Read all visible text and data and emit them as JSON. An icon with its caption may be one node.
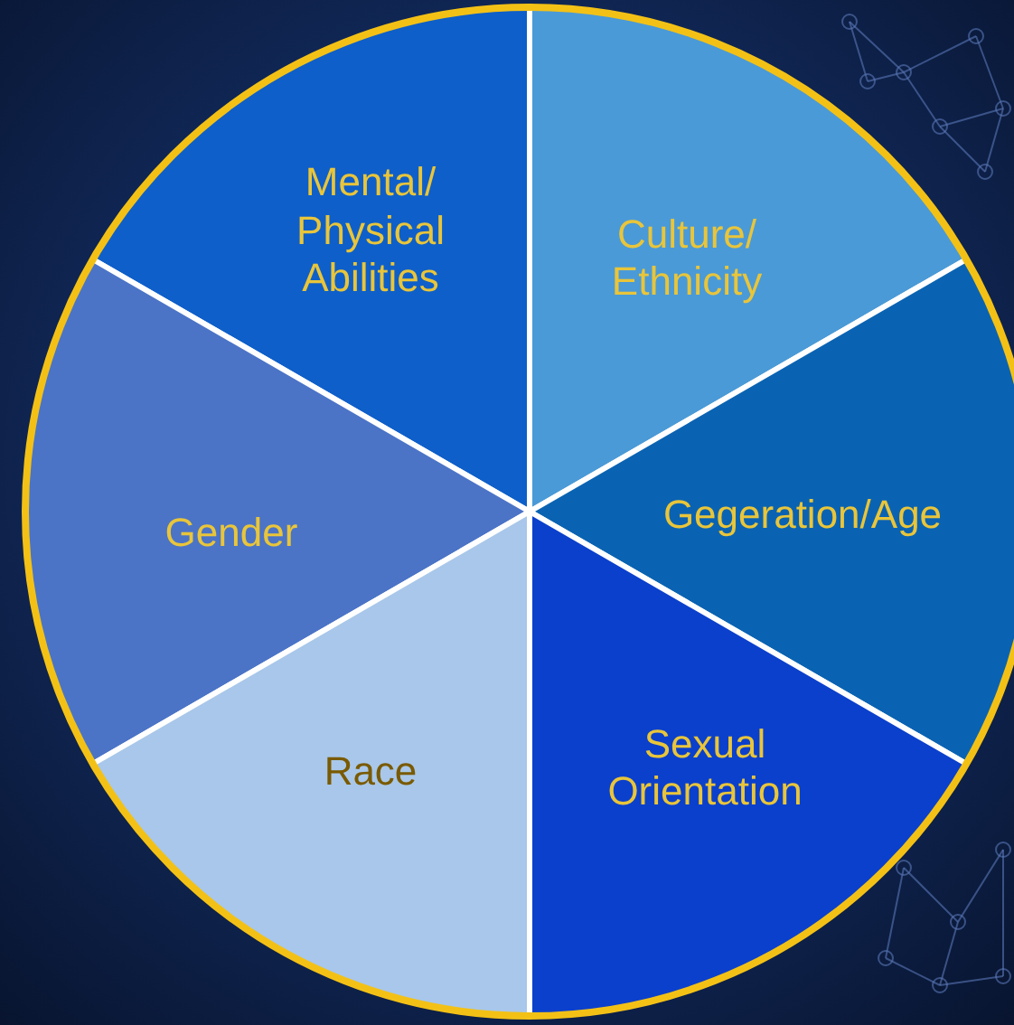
{
  "diagram": {
    "nodes": [
      {
        "text": [
          "Mental/ Physical Abilities"
        ]
      },
      {
        "text": [
          "Culture/ Ethnicity"
        ]
      },
      {
        "text": [
          "Gender"
        ]
      },
      {
        "text": [
          "Gegeration/Age"
        ]
      },
      {
        "text": [
          "Race"
        ]
      },
      {
        "text": [
          "Sexual Orientation"
        ]
      }
    ]
  }
}
